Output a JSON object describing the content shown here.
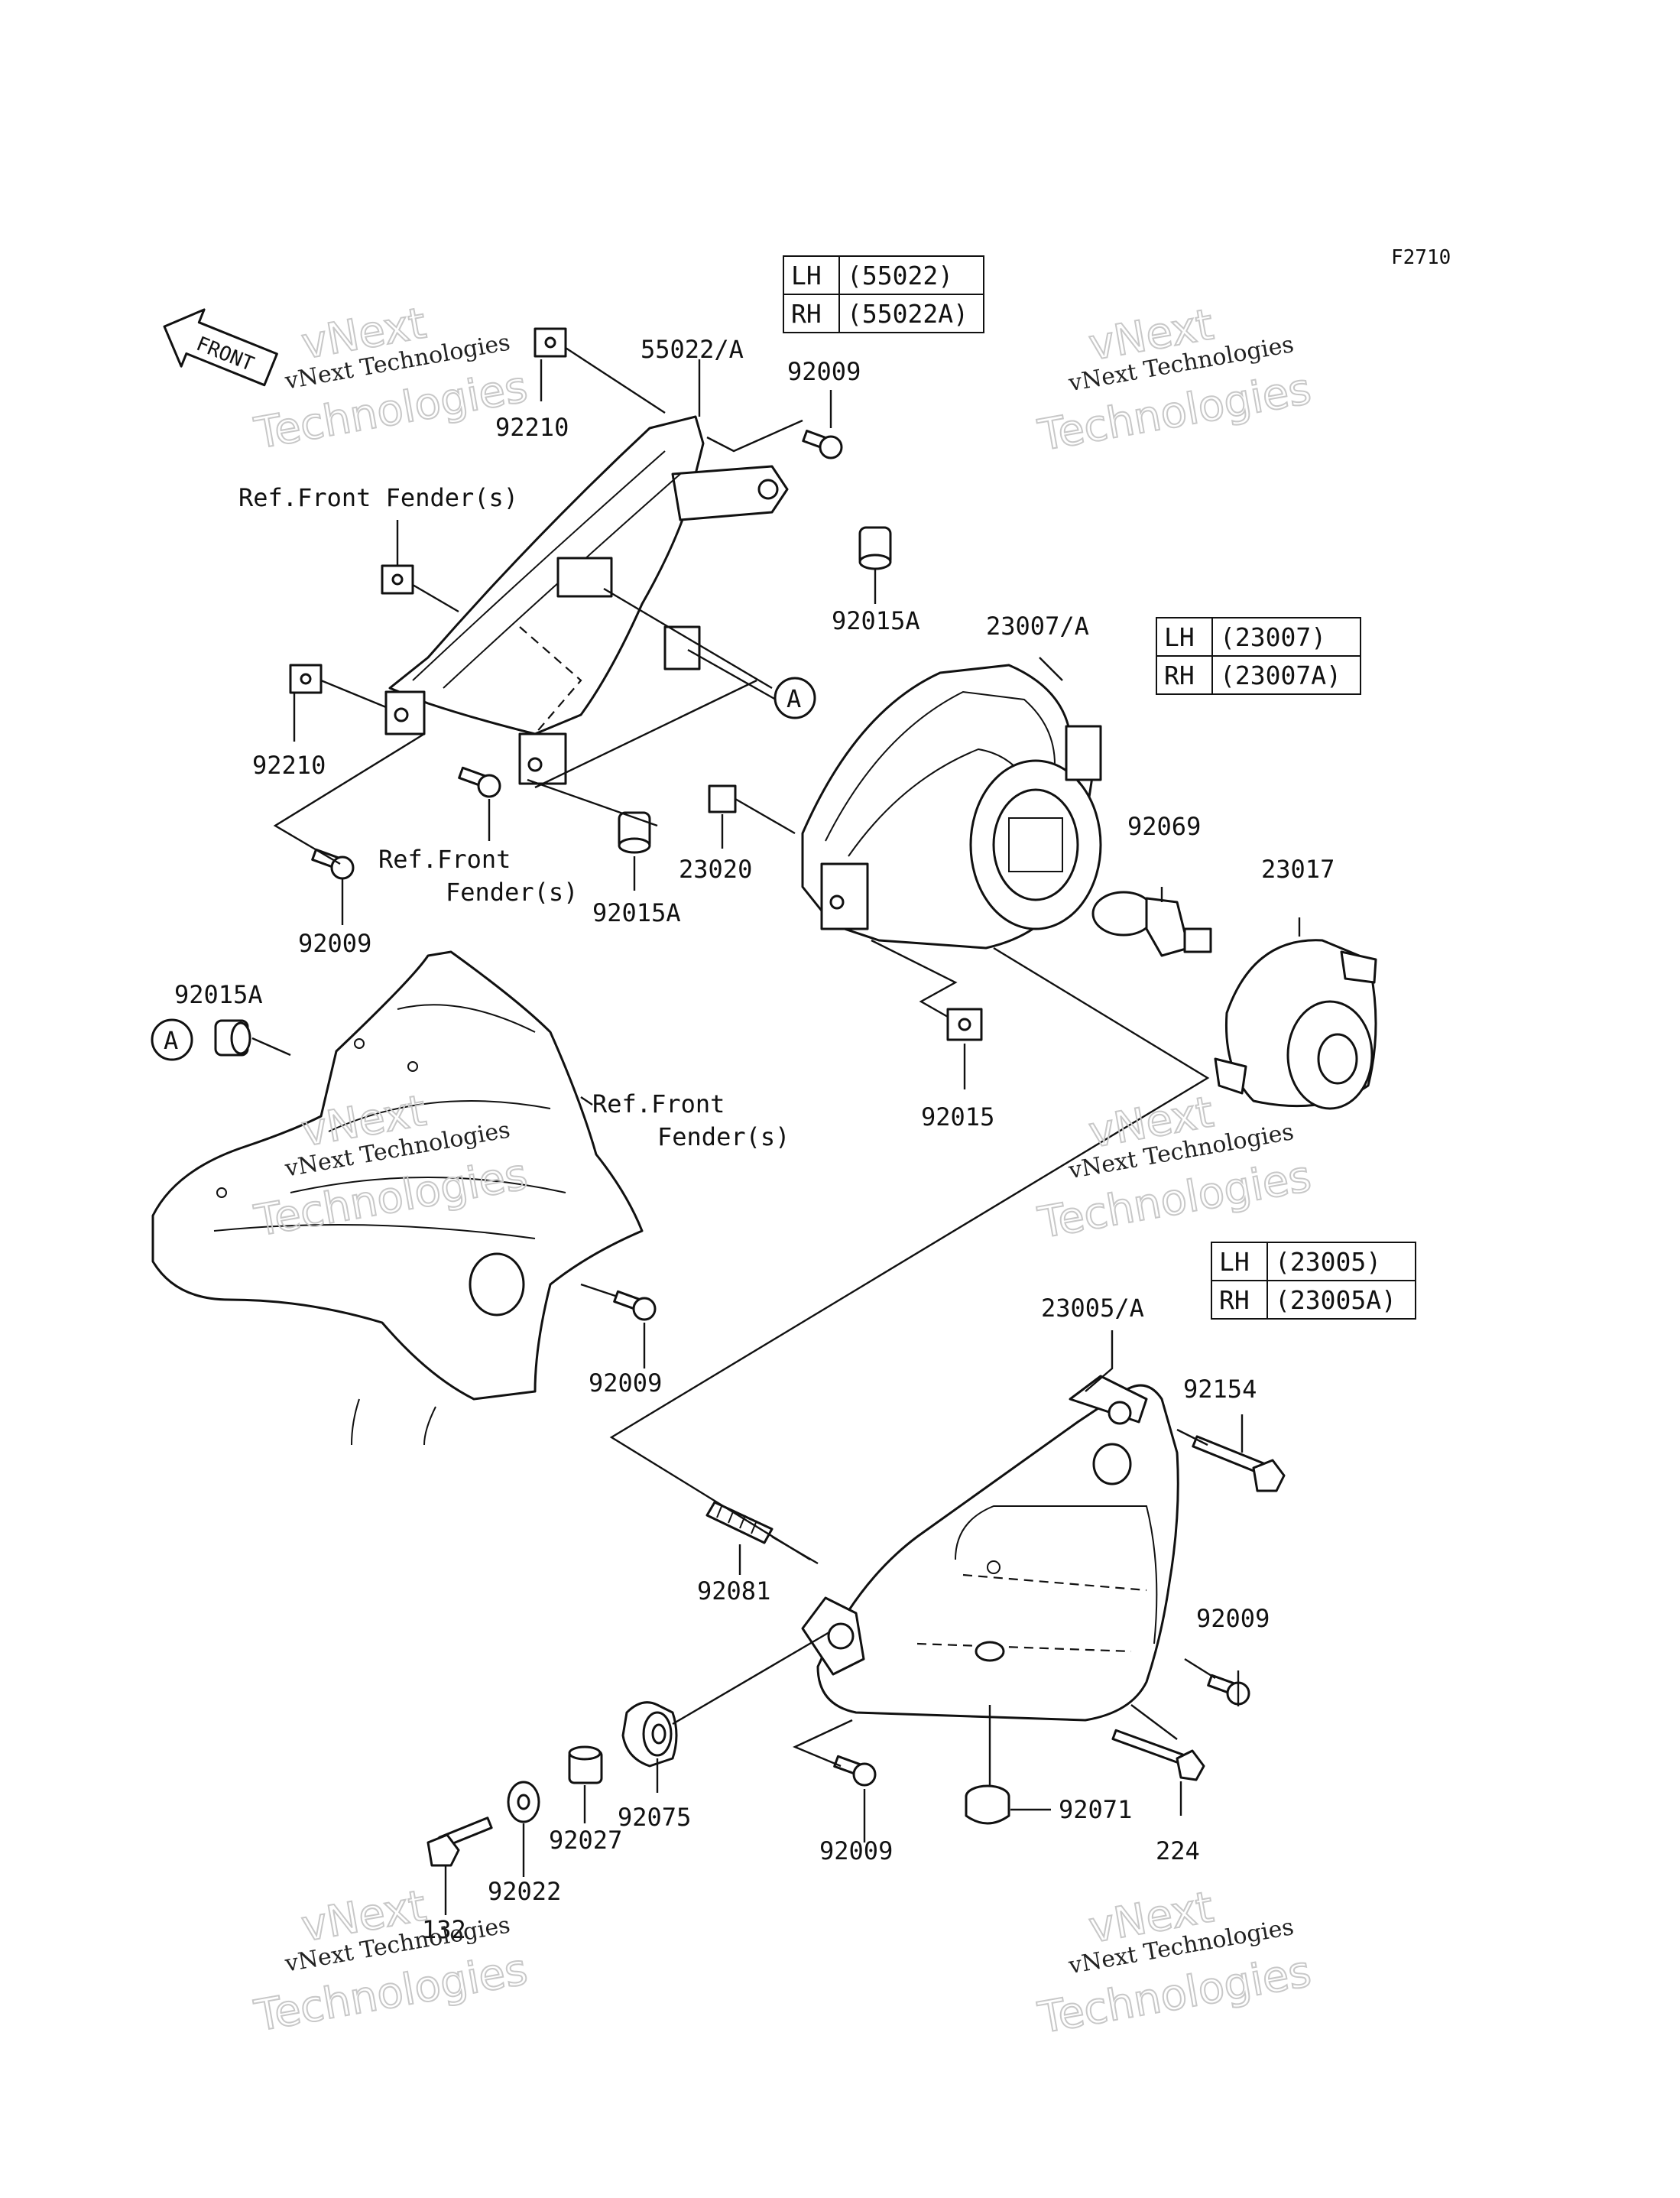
{
  "figure_code": "F2710",
  "front_label": "FRONT",
  "callouts": {
    "p55022A": "55022/A",
    "p92009_top": "92009",
    "p92210_top": "92210",
    "ref_ff_top": "Ref.Front Fender(s)",
    "p92015A_top": "92015A",
    "p23007A": "23007/A",
    "p92210_mid": "92210",
    "p23020": "23020",
    "ref_ff_mid_1": "Ref.Front",
    "ref_ff_mid_2": "Fender(s)",
    "p92015A_mid": "92015A",
    "p92069": "92069",
    "p23017": "23017",
    "p92009_mid": "92009",
    "p92015A_left": "92015A",
    "ref_ff_low_1": "Ref.Front",
    "ref_ff_low_2": "Fender(s)",
    "p92015": "92015",
    "p92009_fender": "92009",
    "p23005A": "23005/A",
    "p92154": "92154",
    "p92081": "92081",
    "p92009_right": "92009",
    "p92075": "92075",
    "p92027": "92027",
    "p92009_bottom": "92009",
    "p92071": "92071",
    "p224": "224",
    "p92022": "92022",
    "p132": "132",
    "marker_a": "A"
  },
  "tables": {
    "t55022": [
      {
        "side": "LH",
        "part": "(55022)"
      },
      {
        "side": "RH",
        "part": "(55022A)"
      }
    ],
    "t23007": [
      {
        "side": "LH",
        "part": "(23007)"
      },
      {
        "side": "RH",
        "part": "(23007A)"
      }
    ],
    "t23005": [
      {
        "side": "LH",
        "part": "(23005)"
      },
      {
        "side": "RH",
        "part": "(23005A)"
      }
    ]
  },
  "watermark": {
    "line1": "vNext Technologies",
    "line2": "vNext",
    "line3": "Technologies"
  }
}
